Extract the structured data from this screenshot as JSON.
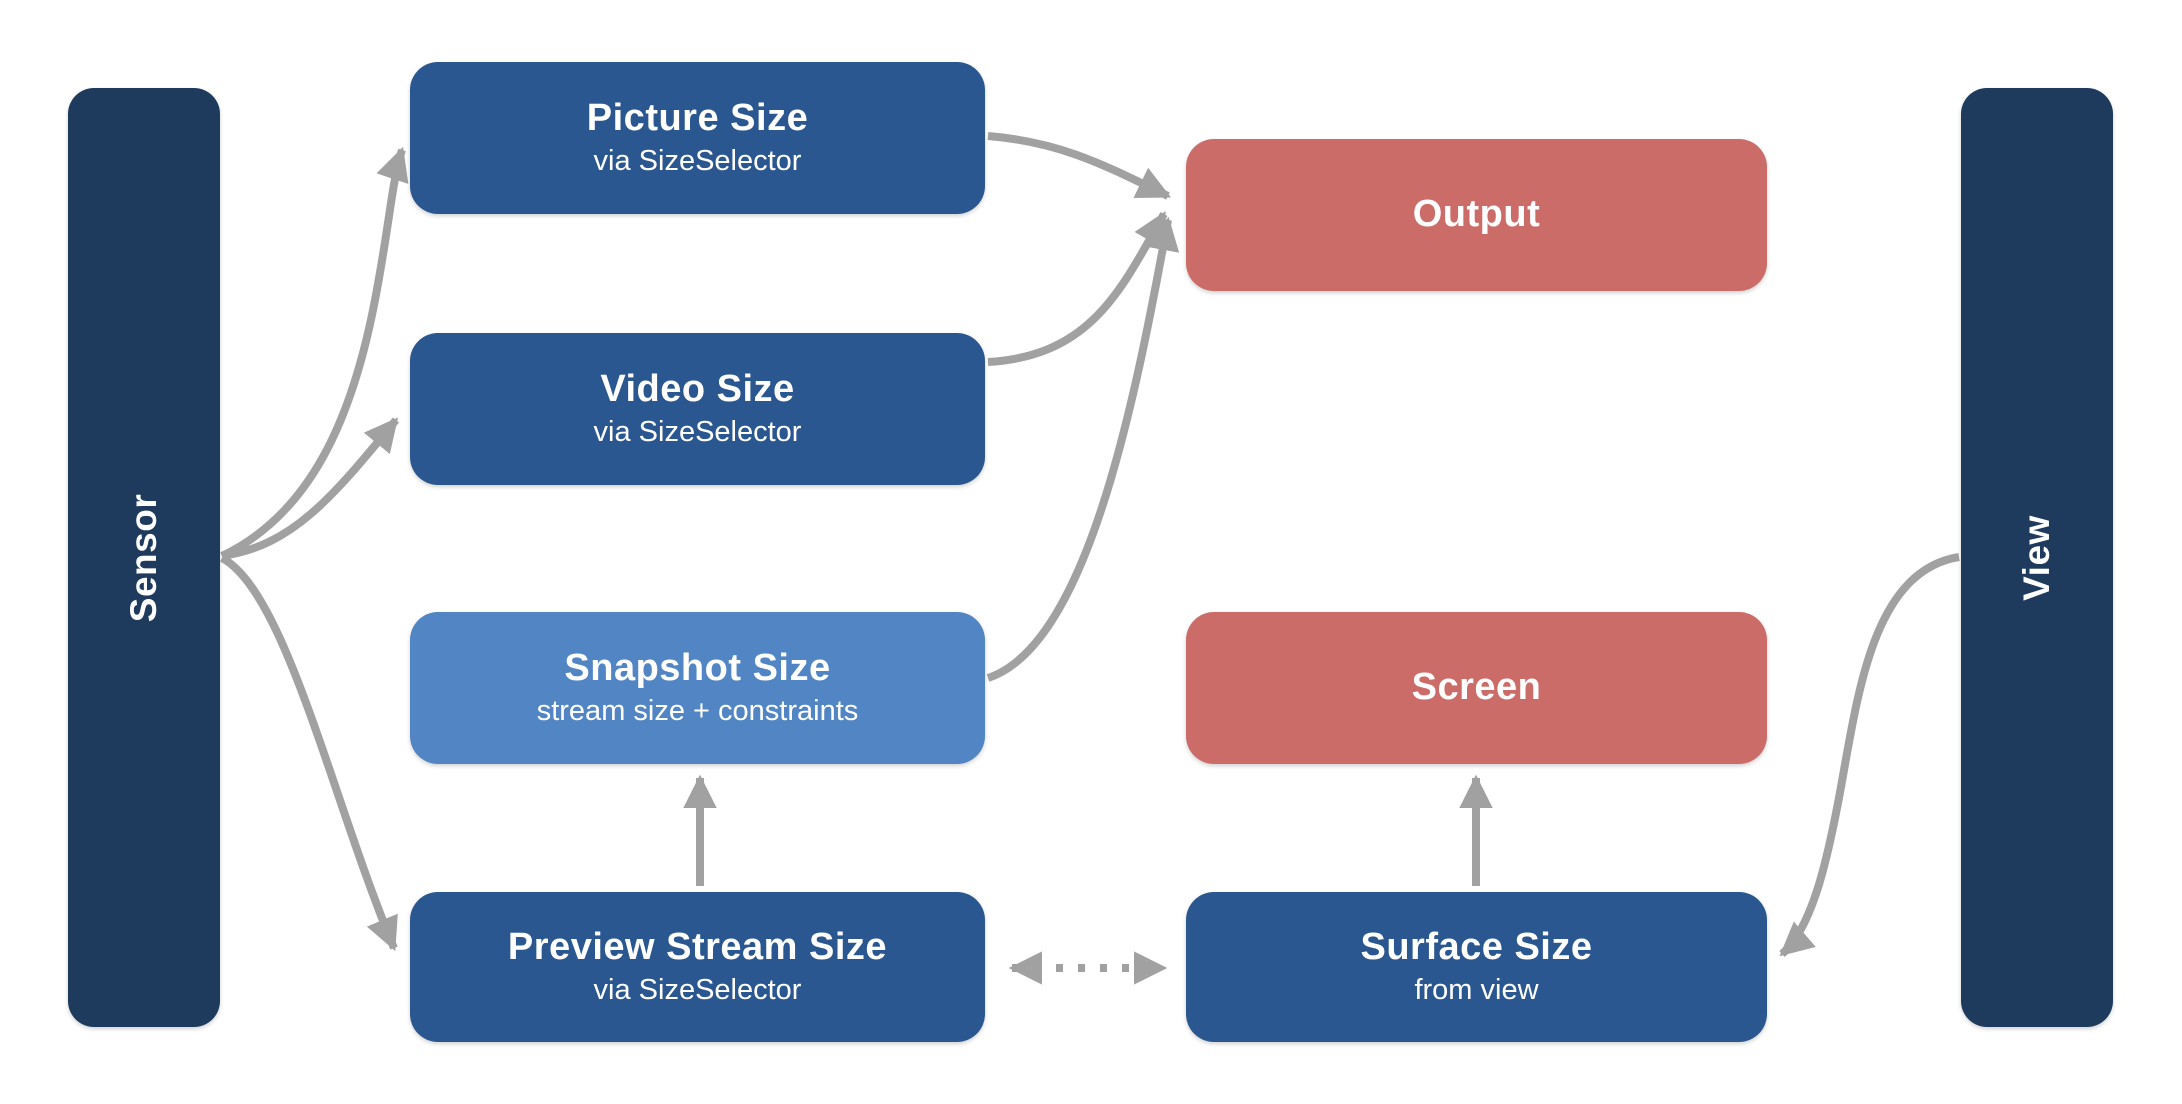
{
  "diagram": {
    "lanes": {
      "sensor": {
        "label": "Sensor"
      },
      "view": {
        "label": "View"
      }
    },
    "nodes": {
      "picture": {
        "title": "Picture Size",
        "subtitle": "via SizeSelector"
      },
      "video": {
        "title": "Video Size",
        "subtitle": "via SizeSelector"
      },
      "snapshot": {
        "title": "Snapshot Size",
        "subtitle": "stream size + constraints"
      },
      "preview": {
        "title": "Preview Stream Size",
        "subtitle": "via SizeSelector"
      },
      "output": {
        "title": "Output"
      },
      "screen": {
        "title": "Screen"
      },
      "surface": {
        "title": "Surface Size",
        "subtitle": "from view"
      }
    },
    "edges": [
      {
        "from": "Sensor",
        "to": "Picture Size",
        "style": "solid-curve",
        "arrow": "end"
      },
      {
        "from": "Sensor",
        "to": "Video Size",
        "style": "solid-curve",
        "arrow": "end"
      },
      {
        "from": "Sensor",
        "to": "Preview Stream Size",
        "style": "solid-curve",
        "arrow": "end"
      },
      {
        "from": "Picture Size",
        "to": "Output",
        "style": "solid-curve",
        "arrow": "end"
      },
      {
        "from": "Video Size",
        "to": "Output",
        "style": "solid-curve",
        "arrow": "end"
      },
      {
        "from": "Snapshot Size",
        "to": "Output",
        "style": "solid-curve",
        "arrow": "end"
      },
      {
        "from": "Preview Stream Size",
        "to": "Snapshot Size",
        "style": "solid-straight",
        "arrow": "end"
      },
      {
        "from": "Surface Size",
        "to": "Screen",
        "style": "solid-straight",
        "arrow": "end"
      },
      {
        "from": "Preview Stream Size",
        "to": "Surface Size",
        "style": "dotted-straight",
        "arrow": "both"
      },
      {
        "from": "View",
        "to": "Surface Size",
        "style": "solid-curve",
        "arrow": "end"
      }
    ],
    "colors": {
      "lane_navy": "#1e3a5c",
      "node_blue": "#2b5790",
      "node_light_blue": "#5185c3",
      "node_red": "#cc6c68",
      "arrow_gray": "#a1a1a1",
      "text_white": "#ffffff",
      "background": "#ffffff"
    }
  }
}
